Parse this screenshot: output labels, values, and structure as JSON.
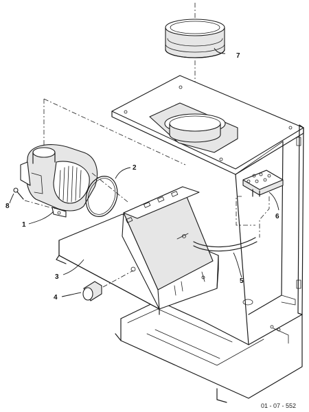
{
  "diagram": {
    "reference_code": "01 - 07 - 552",
    "callouts": [
      {
        "id": "1",
        "label": "1"
      },
      {
        "id": "2",
        "label": "2"
      },
      {
        "id": "3",
        "label": "3"
      },
      {
        "id": "4",
        "label": "4"
      },
      {
        "id": "5",
        "label": "5"
      },
      {
        "id": "6",
        "label": "6"
      },
      {
        "id": "7",
        "label": "7"
      },
      {
        "id": "8",
        "label": "8"
      }
    ]
  }
}
